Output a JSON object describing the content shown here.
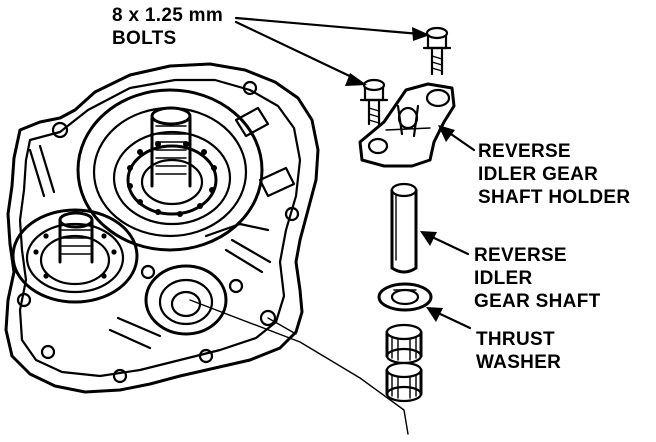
{
  "labels": {
    "bolts": [
      "8 x 1.25 mm",
      "BOLTS"
    ],
    "holder": [
      "REVERSE",
      "IDLER GEAR",
      "SHAFT HOLDER"
    ],
    "shaft": [
      "REVERSE",
      "IDLER",
      "GEAR SHAFT"
    ],
    "washer": [
      "THRUST",
      "WASHER"
    ]
  },
  "colors": {
    "ink": "#000000",
    "paper": "#ffffff"
  }
}
